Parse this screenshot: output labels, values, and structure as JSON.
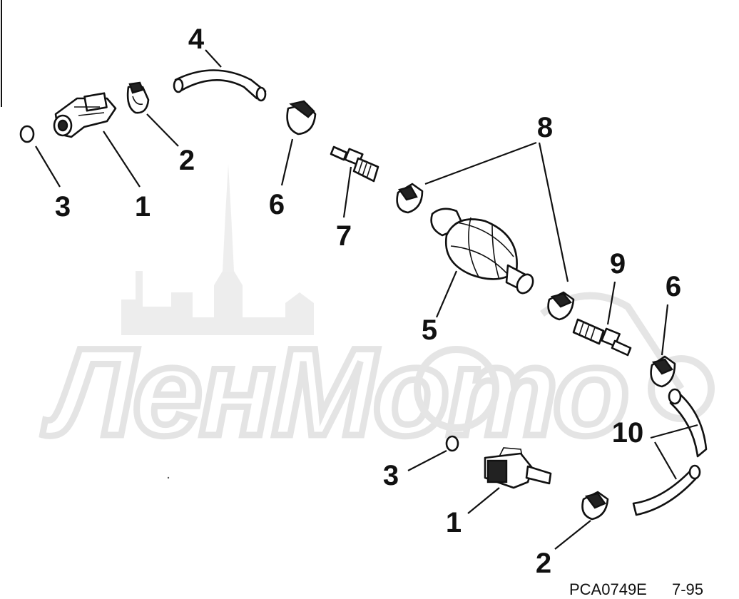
{
  "diagram": {
    "callouts": {
      "c1a": "1",
      "c2a": "2",
      "c3a": "3",
      "c4": "4",
      "c6a": "6",
      "c7": "7",
      "c8": "8",
      "c5": "5",
      "c9": "9",
      "c6b": "6",
      "c10": "10",
      "c3b": "3",
      "c1b": "1",
      "c2b": "2"
    },
    "footer": {
      "code": "PCA0749E",
      "date": "7-95"
    },
    "watermark": {
      "text": "ЛенМото"
    }
  }
}
